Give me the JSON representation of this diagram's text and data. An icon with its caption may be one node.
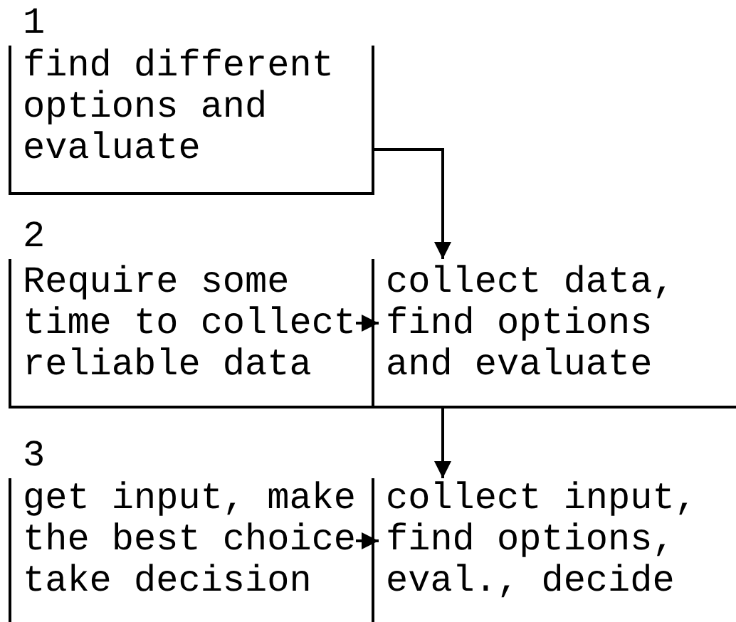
{
  "diagram": {
    "nodes": [
      {
        "text": [
          "1",
          "find different options and evaluate"
        ]
      },
      {
        "text": [
          "2"
        ]
      },
      {
        "text": [
          "Require some time to collect reliable data"
        ],
        "in": 1
      },
      {
        "text": [
          "collect data, find options and evaluate"
        ],
        "in": 1
      },
      {
        "text": [
          "3"
        ]
      },
      {
        "text": [
          "get input, make the best choice take decision"
        ],
        "in": 4
      },
      {
        "text": [
          "collect input, find options, eval., decide"
        ],
        "in": 4
      }
    ],
    "edges": [
      {
        "from": 0,
        "to": 3,
        "arrow": "to"
      },
      {
        "from": 2,
        "to": 3,
        "arrow": "to"
      },
      {
        "from": 3,
        "to": 6,
        "arrow": "to"
      },
      {
        "from": 5,
        "to": 6,
        "arrow": "to"
      }
    ]
  }
}
